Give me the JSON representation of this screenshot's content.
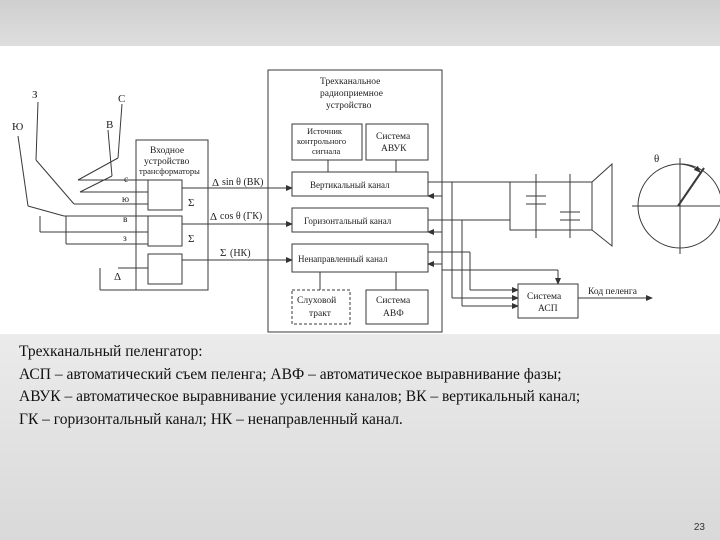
{
  "colors": {
    "line": "#3a3a3a",
    "background": "#ececec",
    "panel": "#ffffff"
  },
  "diagram": {
    "antenna": {
      "south": "Ю",
      "west": "З",
      "east": "С",
      "north": "В"
    },
    "input_device": {
      "title_line1": "Входное",
      "title_line2": "устройство",
      "subtitle": "трансформаторы",
      "input_labels": [
        "с",
        "ю",
        "в",
        "з"
      ],
      "sum_labels": [
        "Σ",
        "Σ"
      ],
      "ground_label": "Δ"
    },
    "signals": {
      "sin_vk": "sin θ (ВК)",
      "cos_gk": "cos θ (ГК)",
      "nk": "(НК)",
      "delta": "Δ",
      "sigma": "Σ"
    },
    "receiver": {
      "title_line1": "Трехканальное",
      "title_line2": "радиоприемное",
      "title_line3": "устройство",
      "source_line1": "Источник",
      "source_line2": "контрольного",
      "source_line3": "сигнала",
      "avuk_line1": "Система",
      "avuk_line2": "АВУК",
      "vertical": "Вертикальный канал",
      "horizontal": "Горизонтальный канал",
      "undirected": "Ненаправленный канал",
      "audio_line1": "Слуховой",
      "audio_line2": "тракт",
      "avf_line1": "Система",
      "avf_line2": "АВФ"
    },
    "asp_line1": "Система",
    "asp_line2": "АСП",
    "bearing_code": "Код пеленга",
    "theta": "θ"
  },
  "caption": {
    "line1": "Трехканальный пеленгатор:",
    "line2": "АСП – автоматический съем пеленга; АВФ – автоматическое выравнивание фазы;",
    "line3": "АВУК – автоматическое выравнивание усиления каналов; ВК – вертикальный канал;",
    "line4": "ГК – горизонтальный канал; НК – ненаправленный канал."
  },
  "page_number": "23"
}
